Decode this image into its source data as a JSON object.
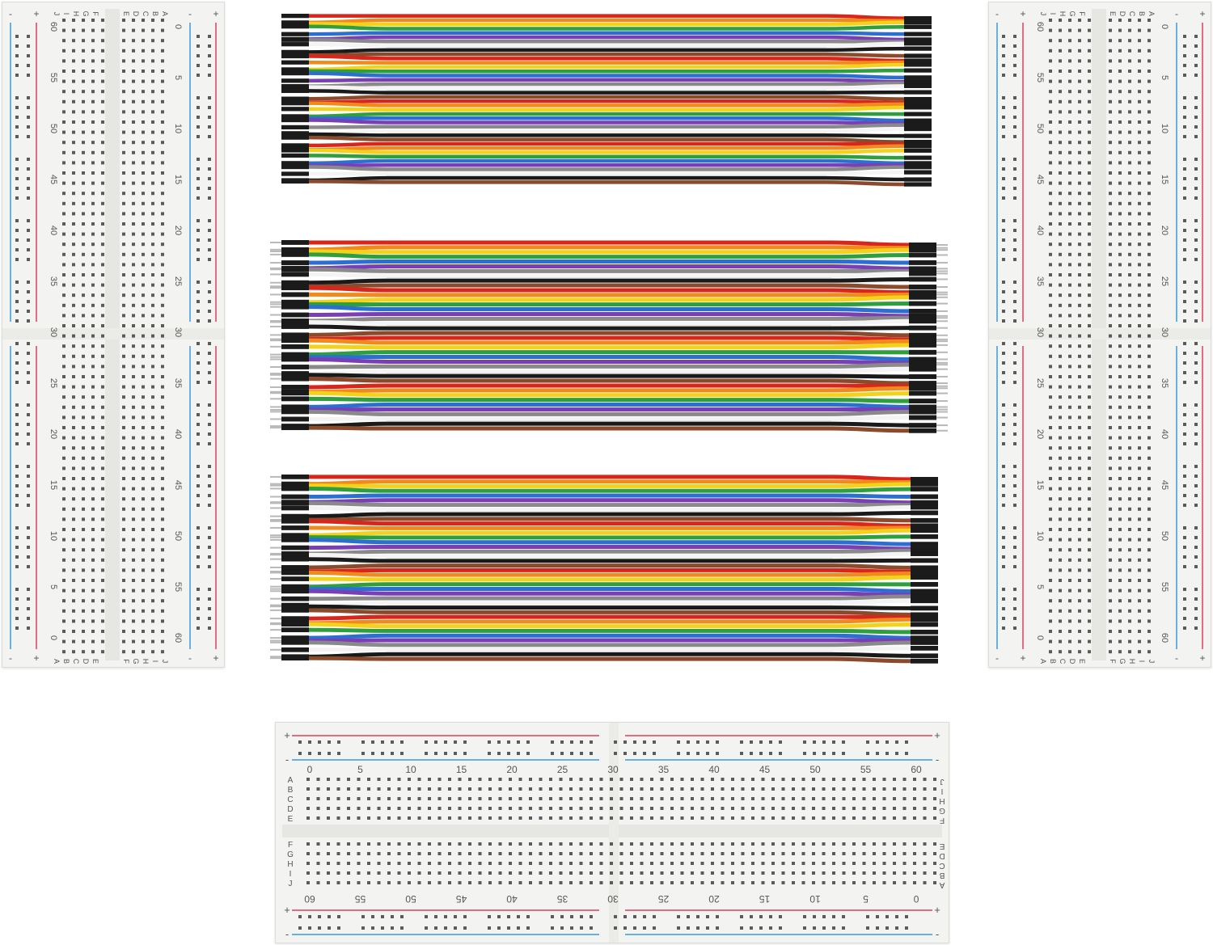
{
  "boards": {
    "left": {
      "column_numbers": [
        "60",
        "55",
        "50",
        "45",
        "40",
        "35",
        "30",
        "25",
        "20",
        "15",
        "10",
        "5",
        "0"
      ],
      "right_numbers": [
        "0",
        "5",
        "10",
        "15",
        "20",
        "25",
        "30",
        "35",
        "40",
        "45",
        "50",
        "55",
        "60"
      ],
      "row_letters_top": [
        "J",
        "I",
        "H",
        "G",
        "F",
        "E",
        "D",
        "C",
        "B",
        "A"
      ],
      "row_letters_bottom": [
        "A",
        "B",
        "C",
        "D",
        "E",
        "F",
        "G",
        "H",
        "I",
        "J"
      ],
      "plus": "+",
      "minus": "-"
    },
    "right": {
      "column_numbers": [
        "60",
        "55",
        "50",
        "45",
        "40",
        "35",
        "30",
        "25",
        "20",
        "15",
        "10",
        "5",
        "0"
      ],
      "right_numbers": [
        "0",
        "5",
        "10",
        "15",
        "20",
        "25",
        "30",
        "35",
        "40",
        "45",
        "50",
        "55",
        "60"
      ],
      "row_letters_top": [
        "J",
        "I",
        "H",
        "G",
        "F",
        "E",
        "D",
        "C",
        "B",
        "A"
      ],
      "row_letters_bottom": [
        "A",
        "B",
        "C",
        "D",
        "E",
        "F",
        "G",
        "H",
        "I",
        "J"
      ],
      "plus": "+",
      "minus": "-"
    },
    "bottom": {
      "top_numbers": [
        "0",
        "5",
        "10",
        "15",
        "20",
        "25",
        "30",
        "35",
        "40",
        "45",
        "50",
        "55",
        "60"
      ],
      "bottom_numbers": [
        "60",
        "55",
        "50",
        "45",
        "40",
        "35",
        "30",
        "25",
        "20",
        "15",
        "10",
        "5",
        "0"
      ],
      "row_letters_left_top": [
        "A",
        "B",
        "C",
        "D",
        "E"
      ],
      "row_letters_left_bottom": [
        "F",
        "G",
        "H",
        "I",
        "J"
      ],
      "row_letters_right_top": [
        "J",
        "I",
        "H",
        "G",
        "F"
      ],
      "row_letters_right_bottom": [
        "E",
        "D",
        "C",
        "B",
        "A"
      ],
      "plus": "+",
      "minus": "-"
    }
  },
  "wire_colors": [
    "#d9261c",
    "#f08a1c",
    "#f2d21b",
    "#2e9e3e",
    "#2d6fd0",
    "#7b3fb5",
    "#8a8a8a",
    "#f4f4f4",
    "#1a1a1a",
    "#8b4a2b"
  ],
  "colors": {
    "rail_red": "#e0405a",
    "rail_blue": "#3a9ad9",
    "board": "#f3f3f1",
    "hole": "#5a5a5a",
    "header": "#1b1b1b"
  }
}
